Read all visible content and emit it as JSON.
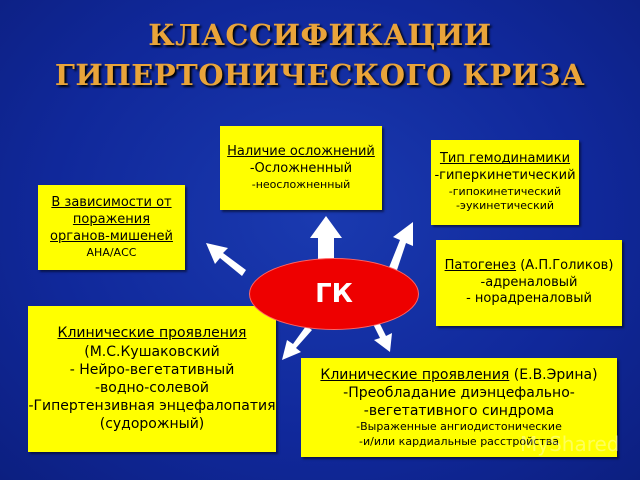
{
  "title": {
    "line1": "КЛАССИФИКАЦИИ",
    "line2": "ГИПЕРТОНИЧЕСКОГО КРИЗА"
  },
  "center": "ГК",
  "boxes": {
    "complications": {
      "heading": "Наличие осложнений",
      "items": [
        "-Осложненный",
        "-неосложненный"
      ]
    },
    "hemodynamics": {
      "heading": "Тип гемодинамики",
      "items": [
        "-гиперкинетический",
        "-гипокинетический",
        "-эукинетический"
      ]
    },
    "target_organs": {
      "heading_lines": [
        "В зависимости от",
        "поражения",
        "органов-мишеней"
      ],
      "items": [
        "АНА/АСС"
      ]
    },
    "pathogenesis": {
      "heading": "Патогенез",
      "author": " (А.П.Голиков)",
      "items": [
        "-адреналовый",
        "- норадреналовый"
      ]
    },
    "clinical_kushakovsky": {
      "heading": "Клинические проявления",
      "items": [
        "(М.С.Кушаковский",
        "- Нейро-вегетативный",
        "-водно-солевой",
        "-Гипертензивная энцефалопатия",
        "(судорожный)"
      ]
    },
    "clinical_erina": {
      "heading": "Клинические проявления",
      "author": " (Е.В.Эрина)",
      "items": [
        "-Преобладание диэнцефально-",
        "-вегетативного синдрома",
        "-Выраженные ангиодистонические",
        "-и/или кардиальные расстройства"
      ]
    }
  },
  "watermark": "MyShared",
  "colors": {
    "background": "#10289a",
    "box": "#ffff00",
    "center": "#ee0000",
    "title": "#e9a43a"
  }
}
